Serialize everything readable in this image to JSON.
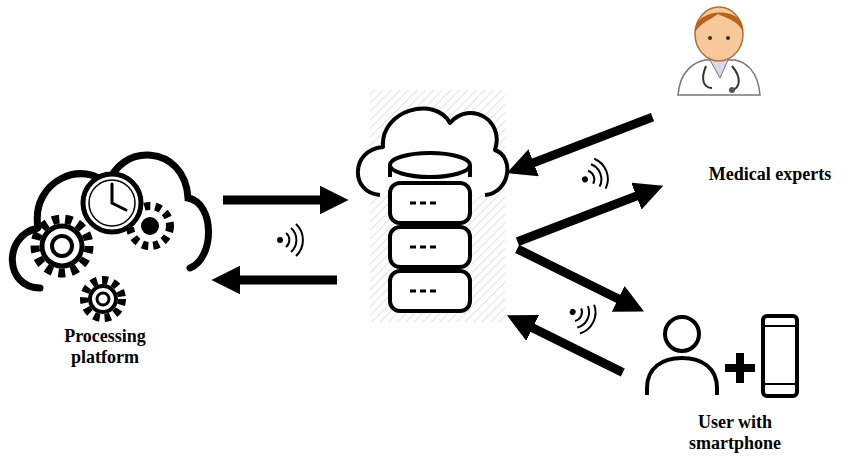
{
  "diagram": {
    "nodes": [
      {
        "text": [
          "Processing platform"
        ]
      },
      {
        "text": []
      },
      {
        "text": [
          "Medical experts"
        ]
      },
      {
        "text": [
          "User with smartphone"
        ]
      }
    ],
    "edges": [
      {
        "from": 0,
        "to": 1,
        "arrow": "to"
      },
      {
        "from": 1,
        "to": 0,
        "arrow": "to"
      },
      {
        "from": 2,
        "to": 1,
        "arrow": "to"
      },
      {
        "from": 1,
        "to": 2,
        "arrow": "to"
      },
      {
        "from": 1,
        "to": 3,
        "arrow": "to"
      },
      {
        "from": 3,
        "to": 1,
        "arrow": "to"
      }
    ]
  }
}
